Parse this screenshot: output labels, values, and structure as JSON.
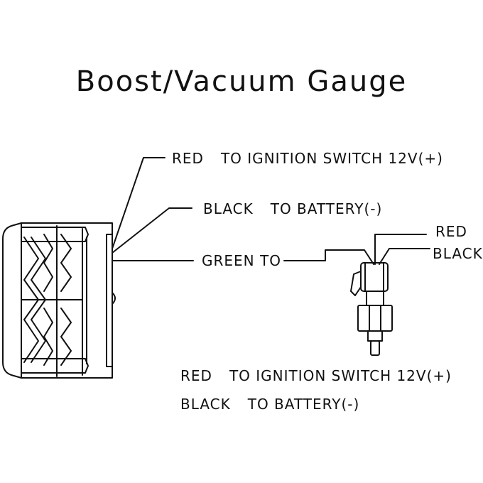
{
  "title": "Boost/Vacuum Gauge",
  "gauge_wires": {
    "red": {
      "color": "RED",
      "destination": "TO IGNITION SWITCH 12V(+)"
    },
    "black": {
      "color": "BLACK",
      "destination": "TO BATTERY(-)"
    },
    "green": {
      "text": "GREEN TO"
    }
  },
  "sensor_wires": {
    "red": "RED",
    "black": "BLACK"
  },
  "sensor_notes": {
    "red": {
      "color": "RED",
      "destination": "TO IGNITION SWITCH 12V(+)"
    },
    "black": {
      "color": "BLACK",
      "destination": "TO BATTERY(-)"
    }
  },
  "colors": {
    "line": "#111111",
    "background": "#ffffff"
  },
  "icons": {
    "gauge": "gauge-body-side-view",
    "sensor": "pressure-sensor"
  }
}
